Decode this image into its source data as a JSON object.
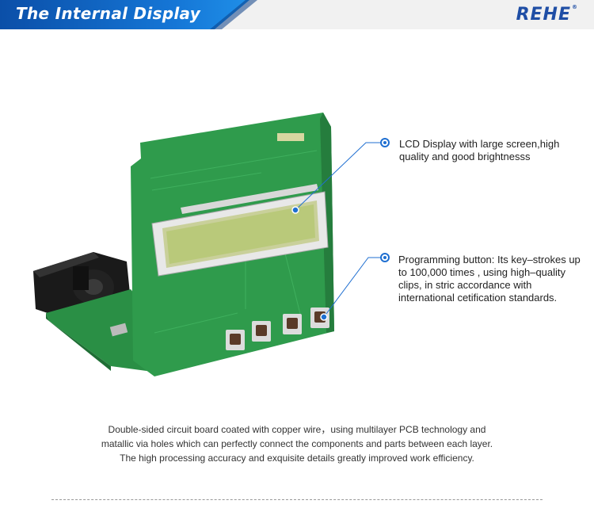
{
  "header": {
    "title": "The Internal Display",
    "brand": "REHE",
    "brand_mark": "®"
  },
  "callouts": [
    {
      "text": "LCD Display with large screen,high quality and good brightnesss"
    },
    {
      "text": "Programming button:  Its key–strokes up to 100,000 times , using high–quality clips, in stric accordance with international cetification standards."
    }
  ],
  "description": [
    "Double-sided circuit board coated with copper wire，using multilayer PCB technology and",
    "matallic via holes which can perfectly connect the components and parts between each layer.",
    "The high processing accuracy and exquisite details greatly improved work efficiency."
  ],
  "colors": {
    "accent": "#1576d6",
    "pcb": "#2f9b4c",
    "lcd": "#b9c97a",
    "callout_line": "#1f6fd1"
  }
}
